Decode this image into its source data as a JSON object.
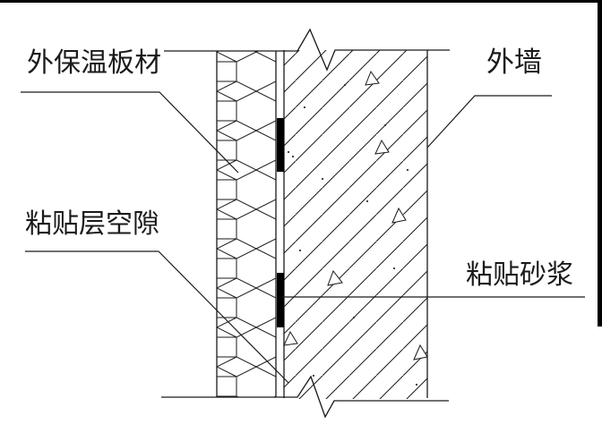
{
  "diagram": {
    "type": "wall-insulation-construction-detail",
    "labels": {
      "insulation_board": "外保温板材",
      "adhesive_gap": "粘贴层空隙",
      "exterior_wall": "外墙",
      "adhesive_mortar": "粘贴砂浆"
    },
    "components": {
      "layers_left_to_right": [
        "外保温板材",
        "粘贴层空隙",
        "粘贴砂浆",
        "外墙"
      ],
      "mortar_patch_count": 2,
      "concrete_triangle_symbol_count": 6
    },
    "colors": {
      "line": "#1a1a1a",
      "mortar_fill": "#000000",
      "background": "#ffffff",
      "border": "#000000"
    }
  }
}
